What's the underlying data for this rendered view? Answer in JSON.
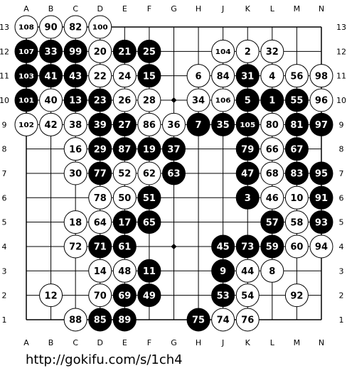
{
  "board": {
    "size": 13,
    "column_labels": [
      "A",
      "B",
      "C",
      "D",
      "E",
      "F",
      "G",
      "H",
      "J",
      "K",
      "L",
      "M",
      "N"
    ],
    "row_labels": [
      "13",
      "12",
      "11",
      "10",
      "9",
      "8",
      "7",
      "6",
      "5",
      "4",
      "3",
      "2",
      "1"
    ],
    "star_points": [
      "G10",
      "G4"
    ],
    "colors": {
      "black_stone": "#000000",
      "white_stone": "#ffffff",
      "line": "#000000"
    },
    "stones": [
      {
        "point": "A13",
        "color": "white",
        "label": "108"
      },
      {
        "point": "B13",
        "color": "white",
        "label": "90"
      },
      {
        "point": "C13",
        "color": "white",
        "label": "82"
      },
      {
        "point": "D13",
        "color": "white",
        "label": "100"
      },
      {
        "point": "A12",
        "color": "black",
        "label": "107"
      },
      {
        "point": "B12",
        "color": "black",
        "label": "33"
      },
      {
        "point": "C12",
        "color": "black",
        "label": "99"
      },
      {
        "point": "D12",
        "color": "white",
        "label": "20"
      },
      {
        "point": "E12",
        "color": "black",
        "label": "21"
      },
      {
        "point": "F12",
        "color": "black",
        "label": "25"
      },
      {
        "point": "J12",
        "color": "white",
        "label": "104"
      },
      {
        "point": "K12",
        "color": "white",
        "label": "2"
      },
      {
        "point": "L12",
        "color": "white",
        "label": "32"
      },
      {
        "point": "A11",
        "color": "black",
        "label": "103"
      },
      {
        "point": "B11",
        "color": "black",
        "label": "41"
      },
      {
        "point": "C11",
        "color": "black",
        "label": "43"
      },
      {
        "point": "D11",
        "color": "white",
        "label": "22"
      },
      {
        "point": "E11",
        "color": "white",
        "label": "24"
      },
      {
        "point": "F11",
        "color": "black",
        "label": "15"
      },
      {
        "point": "H11",
        "color": "white",
        "label": "6"
      },
      {
        "point": "J11",
        "color": "white",
        "label": "84"
      },
      {
        "point": "K11",
        "color": "black",
        "label": "31"
      },
      {
        "point": "L11",
        "color": "white",
        "label": "4"
      },
      {
        "point": "M11",
        "color": "white",
        "label": "56"
      },
      {
        "point": "N11",
        "color": "white",
        "label": "98"
      },
      {
        "point": "A10",
        "color": "black",
        "label": "101"
      },
      {
        "point": "B10",
        "color": "white",
        "label": "40"
      },
      {
        "point": "C10",
        "color": "black",
        "label": "13"
      },
      {
        "point": "D10",
        "color": "black",
        "label": "23"
      },
      {
        "point": "E10",
        "color": "white",
        "label": "26"
      },
      {
        "point": "F10",
        "color": "white",
        "label": "28"
      },
      {
        "point": "H10",
        "color": "white",
        "label": "34"
      },
      {
        "point": "J10",
        "color": "white",
        "label": "106"
      },
      {
        "point": "K10",
        "color": "black",
        "label": "5"
      },
      {
        "point": "L10",
        "color": "black",
        "label": "1"
      },
      {
        "point": "M10",
        "color": "black",
        "label": "55"
      },
      {
        "point": "N10",
        "color": "white",
        "label": "96"
      },
      {
        "point": "A9",
        "color": "white",
        "label": "102"
      },
      {
        "point": "B9",
        "color": "white",
        "label": "42"
      },
      {
        "point": "C9",
        "color": "white",
        "label": "38"
      },
      {
        "point": "D9",
        "color": "black",
        "label": "39"
      },
      {
        "point": "E9",
        "color": "black",
        "label": "27"
      },
      {
        "point": "F9",
        "color": "white",
        "label": "86"
      },
      {
        "point": "G9",
        "color": "white",
        "label": "36"
      },
      {
        "point": "H9",
        "color": "black",
        "label": "7"
      },
      {
        "point": "J9",
        "color": "black",
        "label": "35"
      },
      {
        "point": "K9",
        "color": "black",
        "label": "105"
      },
      {
        "point": "L9",
        "color": "white",
        "label": "80"
      },
      {
        "point": "M9",
        "color": "black",
        "label": "81"
      },
      {
        "point": "N9",
        "color": "black",
        "label": "97"
      },
      {
        "point": "C8",
        "color": "white",
        "label": "16"
      },
      {
        "point": "D8",
        "color": "black",
        "label": "29"
      },
      {
        "point": "E8",
        "color": "black",
        "label": "87"
      },
      {
        "point": "F8",
        "color": "black",
        "label": "19"
      },
      {
        "point": "G8",
        "color": "black",
        "label": "37"
      },
      {
        "point": "K8",
        "color": "black",
        "label": "79"
      },
      {
        "point": "L8",
        "color": "white",
        "label": "66"
      },
      {
        "point": "M8",
        "color": "black",
        "label": "67"
      },
      {
        "point": "C7",
        "color": "white",
        "label": "30"
      },
      {
        "point": "D7",
        "color": "black",
        "label": "77"
      },
      {
        "point": "E7",
        "color": "white",
        "label": "52"
      },
      {
        "point": "F7",
        "color": "white",
        "label": "62"
      },
      {
        "point": "G7",
        "color": "black",
        "label": "63"
      },
      {
        "point": "K7",
        "color": "black",
        "label": "47"
      },
      {
        "point": "L7",
        "color": "white",
        "label": "68"
      },
      {
        "point": "M7",
        "color": "black",
        "label": "83"
      },
      {
        "point": "N7",
        "color": "black",
        "label": "95"
      },
      {
        "point": "D6",
        "color": "white",
        "label": "78"
      },
      {
        "point": "E6",
        "color": "white",
        "label": "50"
      },
      {
        "point": "F6",
        "color": "black",
        "label": "51"
      },
      {
        "point": "K6",
        "color": "black",
        "label": "3"
      },
      {
        "point": "L6",
        "color": "white",
        "label": "46"
      },
      {
        "point": "M6",
        "color": "white",
        "label": "10"
      },
      {
        "point": "N6",
        "color": "black",
        "label": "91"
      },
      {
        "point": "C5",
        "color": "white",
        "label": "18"
      },
      {
        "point": "D5",
        "color": "white",
        "label": "64"
      },
      {
        "point": "E5",
        "color": "black",
        "label": "17"
      },
      {
        "point": "F5",
        "color": "black",
        "label": "65"
      },
      {
        "point": "L5",
        "color": "black",
        "label": "57"
      },
      {
        "point": "M5",
        "color": "white",
        "label": "58"
      },
      {
        "point": "N5",
        "color": "black",
        "label": "93"
      },
      {
        "point": "C4",
        "color": "white",
        "label": "72"
      },
      {
        "point": "D4",
        "color": "black",
        "label": "71"
      },
      {
        "point": "E4",
        "color": "black",
        "label": "61"
      },
      {
        "point": "J4",
        "color": "black",
        "label": "45"
      },
      {
        "point": "K4",
        "color": "black",
        "label": "73"
      },
      {
        "point": "L4",
        "color": "black",
        "label": "59"
      },
      {
        "point": "M4",
        "color": "white",
        "label": "60"
      },
      {
        "point": "N4",
        "color": "white",
        "label": "94"
      },
      {
        "point": "D3",
        "color": "white",
        "label": "14"
      },
      {
        "point": "E3",
        "color": "white",
        "label": "48"
      },
      {
        "point": "F3",
        "color": "black",
        "label": "11"
      },
      {
        "point": "J3",
        "color": "black",
        "label": "9"
      },
      {
        "point": "K3",
        "color": "white",
        "label": "44"
      },
      {
        "point": "L3",
        "color": "white",
        "label": "8"
      },
      {
        "point": "B2",
        "color": "white",
        "label": "12"
      },
      {
        "point": "D2",
        "color": "white",
        "label": "70"
      },
      {
        "point": "E2",
        "color": "black",
        "label": "69"
      },
      {
        "point": "F2",
        "color": "black",
        "label": "49"
      },
      {
        "point": "J2",
        "color": "black",
        "label": "53"
      },
      {
        "point": "K2",
        "color": "white",
        "label": "54"
      },
      {
        "point": "M2",
        "color": "white",
        "label": "92"
      },
      {
        "point": "C1",
        "color": "white",
        "label": "88"
      },
      {
        "point": "D1",
        "color": "black",
        "label": "85"
      },
      {
        "point": "E1",
        "color": "black",
        "label": "89"
      },
      {
        "point": "H1",
        "color": "black",
        "label": "75"
      },
      {
        "point": "J1",
        "color": "white",
        "label": "74"
      },
      {
        "point": "K1",
        "color": "white",
        "label": "76"
      }
    ]
  },
  "footer": {
    "source_url": "http://gokifu.com/s/1ch4"
  }
}
